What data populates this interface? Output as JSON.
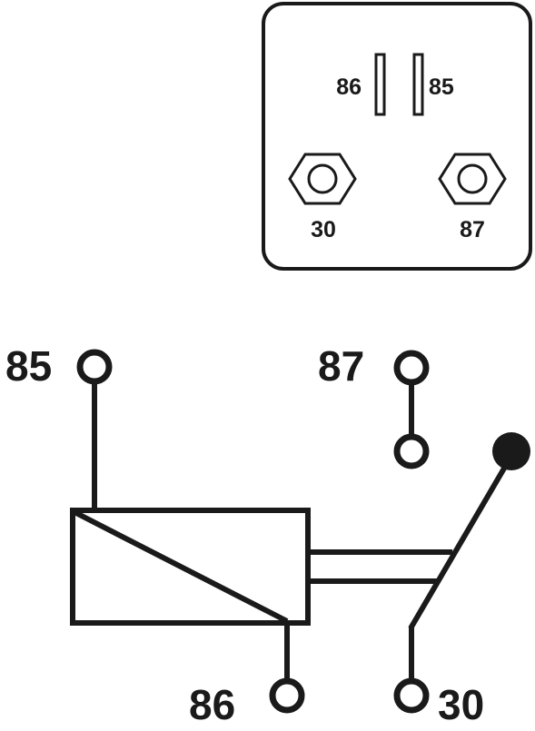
{
  "colors": {
    "ink": "#1a1a1a",
    "background": "#ffffff"
  },
  "pinout": {
    "coil_pin_left": "86",
    "coil_pin_right": "85",
    "common_pin": "30",
    "normally_open_pin": "87"
  },
  "schematic": {
    "coil_top_terminal": "85",
    "coil_bottom_terminal": "86",
    "contact_output_terminal": "87",
    "contact_common_terminal": "30"
  }
}
